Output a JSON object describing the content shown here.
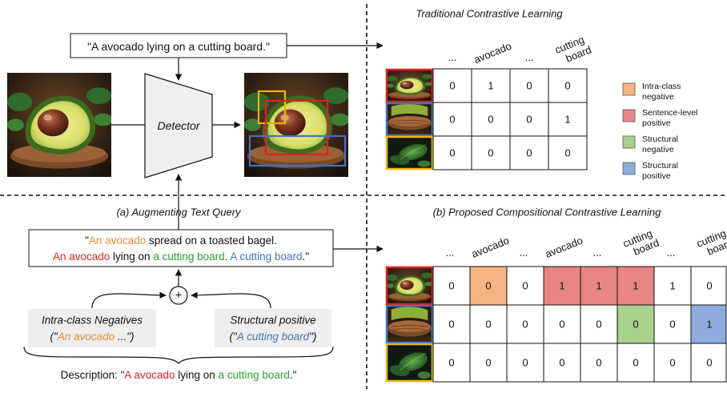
{
  "colors": {
    "orange": "#f0a86a",
    "orange_text": "#f08a2c",
    "red": "#e06666",
    "red_text": "#e02020",
    "green": "#93c47d",
    "green_text": "#2ca02c",
    "blue": "#6d8fce",
    "blue_text": "#4472c4",
    "yellow_box": "#f0b400"
  },
  "top_query": "\"A avocado lying on a cutting board.\"",
  "detector_label": "Detector",
  "section_a_title": "(a) Augmenting Text Query",
  "section_b_title": "(b) Proposed Compositional Contrastive Learning",
  "traditional_title": "Traditional Contrastive Learning",
  "traditional_table": {
    "headers": [
      "...",
      "avocado",
      "...",
      "cutting board"
    ],
    "rows": [
      [
        "0",
        "1",
        "0",
        "0"
      ],
      [
        "0",
        "0",
        "0",
        "1"
      ],
      [
        "0",
        "0",
        "0",
        "0"
      ]
    ]
  },
  "legend": [
    {
      "label_1": "Intra-class",
      "label_2": "negative",
      "color": "#f6b483"
    },
    {
      "label_1": "Sentence-level",
      "label_2": "positive",
      "color": "#e88585"
    },
    {
      "label_1": "Structural",
      "label_2": "negative",
      "color": "#a9d18e"
    },
    {
      "label_1": "Structural",
      "label_2": "positive",
      "color": "#8faadc"
    }
  ],
  "augmented_query": {
    "line1": {
      "q1": "\"",
      "colored": "An avocado",
      "rest": " spread on a toasted bagel."
    },
    "line2": {
      "red": "An avocado",
      "mid": " lying on ",
      "green": "a cutting board",
      "dot": ". ",
      "blue": "A cutting board",
      "end": ".\""
    }
  },
  "plus_symbol": "+",
  "intra_label": "Intra-class Negatives",
  "intra_example": {
    "open": "(\"",
    "colored": "An avocado",
    "close": " ...\")"
  },
  "structural_label": "Structural positive",
  "structural_example": {
    "open": "(\"",
    "colored": "A cutting board",
    "close": "\")"
  },
  "description": {
    "prefix": "Description: \"",
    "red": "A avocado",
    "mid": " lying on ",
    "green": "a cutting board",
    "end": ".\""
  },
  "proposed_table": {
    "headers": [
      "...",
      "avocado",
      "...",
      "avocado",
      "...",
      "cutting board",
      "...",
      "cutting board"
    ],
    "rows": [
      [
        "0",
        "0",
        "0",
        "1",
        "1",
        "1",
        "1",
        "0"
      ],
      [
        "0",
        "0",
        "0",
        "0",
        "0",
        "0",
        "0",
        "1"
      ],
      [
        "0",
        "0",
        "0",
        "0",
        "0",
        "0",
        "0",
        "0"
      ]
    ]
  }
}
